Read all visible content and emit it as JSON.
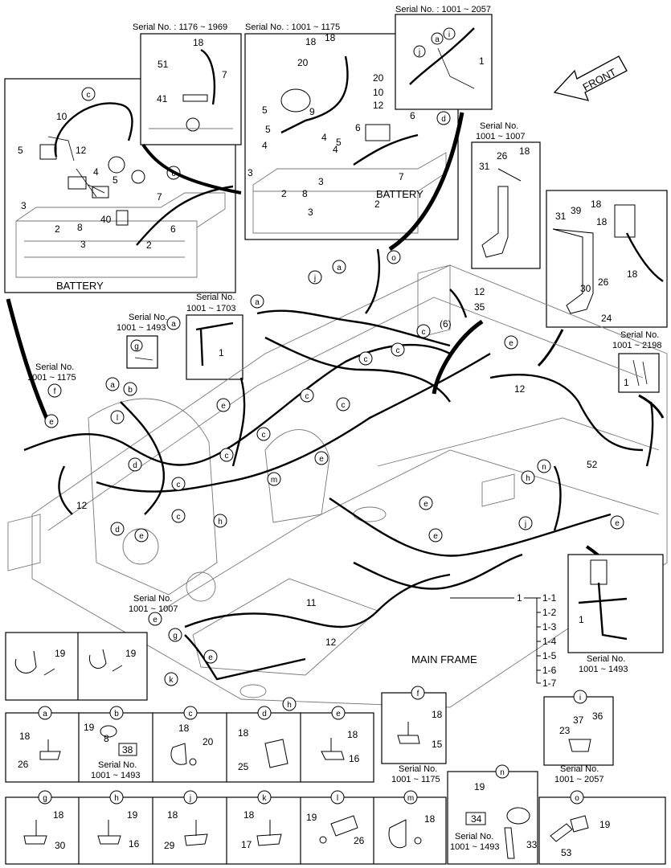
{
  "serials": {
    "s1176_1969": "Serial No. : 1176 ~ 1969",
    "s1001_1175_top": "Serial No. : 1001 ~ 1175",
    "s1001_2057_top": "Serial No. : 1001 ~ 2057",
    "s1001_1007_right_l1": "Serial No.",
    "s1001_1007_right_l2": "1001 ~ 1007",
    "s1001_1703_l1": "Serial No.",
    "s1001_1703_l2": "1001 ~ 1703",
    "s1001_1493_l1": "Serial No.",
    "s1001_1493_l2": "1001 ~ 1493",
    "s1001_1175_left_l1": "Serial No.",
    "s1001_1175_left_l2": "1001 ~ 1175",
    "s1001_2198_l1": "Serial No.",
    "s1001_2198_l2": "1001 ~ 2198",
    "s1001_1007_bottom_l1": "Serial No.",
    "s1001_1007_bottom_l2": "1001 ~ 1007",
    "s1001_1493_right_l1": "Serial No.",
    "s1001_1493_right_l2": "1001 ~ 1493",
    "s_b_l1": "Serial No.",
    "s_b_l2": "1001 ~ 1493",
    "s_f_l1": "Serial No.",
    "s_f_l2": "1001 ~ 1175",
    "s_i_l1": "Serial No.",
    "s_i_l2": "1001 ~ 2057",
    "s_n_l1": "Serial No.",
    "s_n_l2": "1001 ~ 1493"
  },
  "labels": {
    "battery_left": "BATTERY",
    "battery_top": "BATTERY",
    "front": "FRONT",
    "main_frame": "MAIN FRAME"
  },
  "tree": {
    "root": "1",
    "items": [
      "1-1",
      "1-2",
      "1-3",
      "1-4",
      "1-5",
      "1-6",
      "1-7"
    ]
  },
  "detail_boxes": [
    {
      "id": "a",
      "parts": [
        "18",
        "26"
      ]
    },
    {
      "id": "b",
      "parts": [
        "19",
        "38",
        "8"
      ]
    },
    {
      "id": "c",
      "parts": [
        "18",
        "20"
      ]
    },
    {
      "id": "d",
      "parts": [
        "18",
        "25"
      ]
    },
    {
      "id": "e",
      "parts": [
        "18",
        "16"
      ]
    },
    {
      "id": "f",
      "parts": [
        "18",
        "15"
      ]
    },
    {
      "id": "i",
      "parts": [
        "37",
        "36",
        "23"
      ]
    },
    {
      "id": "g",
      "parts": [
        "18",
        "30"
      ]
    },
    {
      "id": "h",
      "parts": [
        "19",
        "16"
      ]
    },
    {
      "id": "j",
      "parts": [
        "18",
        "29"
      ]
    },
    {
      "id": "k",
      "parts": [
        "18",
        "17"
      ]
    },
    {
      "id": "l",
      "parts": [
        "19",
        "26"
      ]
    },
    {
      "id": "m",
      "parts": [
        "18"
      ]
    },
    {
      "id": "n",
      "parts": [
        "19",
        "34",
        "33"
      ]
    },
    {
      "id": "o",
      "parts": [
        "19",
        "53"
      ]
    }
  ],
  "clamp_box_parts": [
    "19",
    "19"
  ]
}
